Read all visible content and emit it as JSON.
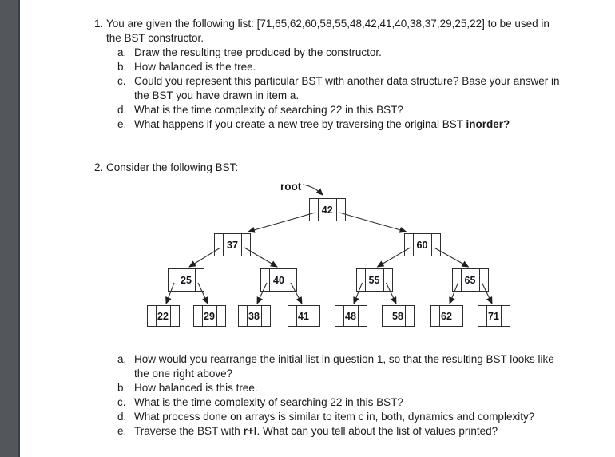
{
  "question1": {
    "marker": "1.",
    "intro_lines": [
      "You are given the following list: [71,65,62,60,58,55,48,42,41,40,38,37,29,25,22] to be used in",
      "the BST constructor."
    ],
    "items": [
      {
        "marker": "a.",
        "lines": [
          [
            {
              "t": "Draw the resulting tree produced by the constructor."
            }
          ]
        ]
      },
      {
        "marker": "b.",
        "lines": [
          [
            {
              "t": "How balanced is the tree."
            }
          ]
        ]
      },
      {
        "marker": "c.",
        "lines": [
          [
            {
              "t": "Could you represent this particular BST with another data structure? Base your answer in"
            }
          ],
          [
            {
              "t": "the BST you have drawn in item a."
            }
          ]
        ]
      },
      {
        "marker": "d.",
        "lines": [
          [
            {
              "t": "What is the time complexity of searching 22 in this BST?"
            }
          ]
        ]
      },
      {
        "marker": "e.",
        "lines": [
          [
            {
              "t": "What happens if you create a new tree by traversing the original BST "
            },
            {
              "t": "inorder?",
              "b": true
            }
          ]
        ]
      }
    ]
  },
  "question2": {
    "marker": "2.",
    "intro_lines": [
      "Consider the following BST:"
    ],
    "items": [
      {
        "marker": "a.",
        "lines": [
          [
            {
              "t": "How would you rearrange the initial list in question 1, so that the resulting BST looks like"
            }
          ],
          [
            {
              "t": "the one right above?"
            }
          ]
        ]
      },
      {
        "marker": "b.",
        "lines": [
          [
            {
              "t": "How balanced is this tree."
            }
          ]
        ]
      },
      {
        "marker": "c.",
        "lines": [
          [
            {
              "t": "What is the time complexity of searching 22 in this BST?"
            }
          ]
        ]
      },
      {
        "marker": "d.",
        "lines": [
          [
            {
              "t": "What process done on arrays is similar to item c in, both, dynamics and complexity?"
            }
          ]
        ]
      },
      {
        "marker": "e.",
        "lines": [
          [
            {
              "t": "Traverse the BST with "
            },
            {
              "t": "r+l",
              "b": true
            },
            {
              "t": ". What can you tell about the list of values printed?"
            }
          ]
        ]
      }
    ]
  },
  "diagram": {
    "root_label": "root",
    "tree": {
      "value": 42,
      "children": [
        {
          "value": 37,
          "children": [
            {
              "value": 25,
              "children": [
                {
                  "value": 22
                },
                {
                  "value": 29
                }
              ]
            },
            {
              "value": 40,
              "children": [
                {
                  "value": 38
                },
                {
                  "value": 41
                }
              ]
            }
          ]
        },
        {
          "value": 60,
          "children": [
            {
              "value": 55,
              "children": [
                {
                  "value": 48
                },
                {
                  "value": 58
                }
              ]
            },
            {
              "value": 65,
              "children": [
                {
                  "value": 62
                },
                {
                  "value": 71
                }
              ]
            }
          ]
        }
      ]
    },
    "line_color": "#2e2e2e"
  }
}
